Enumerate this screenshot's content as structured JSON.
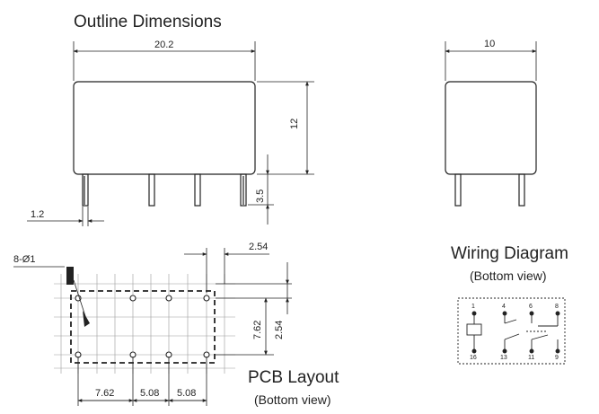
{
  "titles": {
    "outline": "Outline Dimensions",
    "wiring": "Wiring Diagram",
    "wiring_sub": "(Bottom view)",
    "pcb": "PCB Layout",
    "pcb_sub": "(Bottom view)"
  },
  "dimensions": {
    "body_length": "20.2",
    "body_height": "12",
    "pin_length": "3.5",
    "pin_width": "1.2",
    "body_width": "10",
    "hole_spec": "8-Ø1",
    "pitch": "2.54",
    "row_spacing": "7.62",
    "row_pitch": "2.54",
    "bottom_a": "7.62",
    "bottom_b": "5.08",
    "bottom_c": "5.08"
  },
  "wiring_pins": {
    "top": [
      "1",
      "4",
      "6",
      "8"
    ],
    "bottom": [
      "16",
      "13",
      "11",
      "9"
    ]
  },
  "colors": {
    "line": "#222222",
    "grid": "#9a9a9a"
  }
}
